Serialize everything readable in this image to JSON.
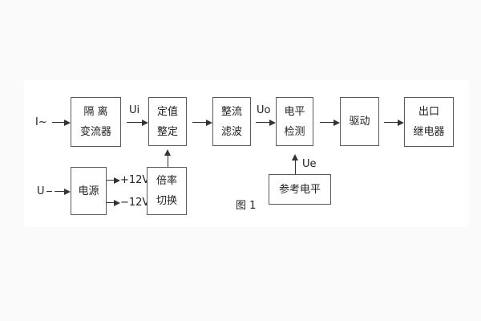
{
  "figure": {
    "caption": "图 1",
    "blocks": {
      "isolation_transformer": {
        "line1": "隔 离",
        "line2": "变流器"
      },
      "setting_adjust": {
        "line1": "定值",
        "line2": "整定"
      },
      "rectify_filter": {
        "line1": "整流",
        "line2": "滤波"
      },
      "level_detect": {
        "line1": "电平",
        "line2": "检测"
      },
      "drive": {
        "label": "驱动"
      },
      "output_relay": {
        "line1": "出口",
        "line2": "继电器"
      },
      "power_supply": {
        "label": "电源"
      },
      "ratio_switch": {
        "line1": "倍率",
        "line2": "切换"
      },
      "reference_level": {
        "label": "参考电平"
      }
    },
    "signals": {
      "input_current": "I~",
      "input_voltage": "U",
      "ui": "Ui",
      "uo": "Uo",
      "ue": "Ue",
      "plus_12v": "+12V",
      "minus_12v": "−12V"
    },
    "colors": {
      "line": "#333333",
      "text": "#222222",
      "page_background": "#fafafa",
      "canvas_background": "#ffffff"
    }
  }
}
